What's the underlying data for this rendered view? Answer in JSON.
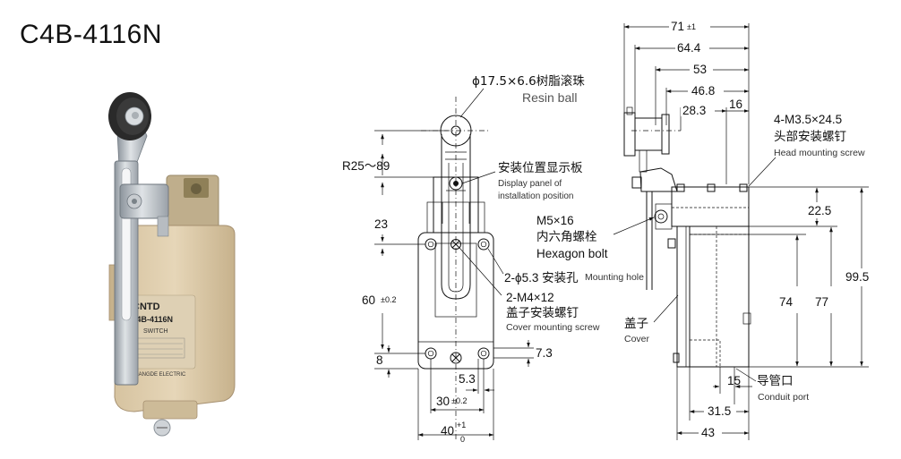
{
  "title": "C4B-4116N",
  "product_label": {
    "brand": "CNTD",
    "model": "C4B-4116N",
    "type": "SWITCH",
    "maker": "CHANGDE ELECTRIC"
  },
  "front_view": {
    "resin_ball": "ϕ17.5×6.6树脂滚珠",
    "resin_ball_en": "Resin ball",
    "radius": "R25～89",
    "display_panel": "安装位置显示板",
    "display_panel_en1": "Display panel of",
    "display_panel_en2": "installation position",
    "dim_23": "23",
    "dim_60": "60",
    "dim_60_tol": "±0.2",
    "dim_8": "8",
    "dim_7_3": "7.3",
    "dim_5_3": "5.3",
    "dim_30": "30",
    "dim_30_tol": "±0.2",
    "dim_40": "40",
    "dim_40_tol_up": "+1",
    "dim_40_tol_dn": "0",
    "mount_hole": "2-ϕ5.3 安装孔",
    "mount_hole_en": "Mounting hole",
    "cover_screw": "2-M4×12",
    "cover_screw_cn": "盖子安装螺钉",
    "cover_screw_en": "Cover mounting screw",
    "hex_bolt": "M5×16",
    "hex_bolt_cn": "内六角螺栓",
    "hex_bolt_en": "Hexagon bolt"
  },
  "side_view": {
    "dim_71": "71",
    "dim_71_tol": "±1",
    "dim_64_4": "64.4",
    "dim_53": "53",
    "dim_46_8": "46.8",
    "dim_28_3": "28.3",
    "dim_16": "16",
    "head_screw": "4-M3.5×24.5",
    "head_screw_cn": "头部安装螺钉",
    "head_screw_en": "Head mounting screw",
    "dim_22_5": "22.5",
    "dim_74": "74",
    "dim_77": "77",
    "dim_99_5": "99.5",
    "cover_cn": "盖子",
    "cover_en": "Cover",
    "dim_15": "15",
    "conduit_cn": "导管口",
    "conduit_en": "Conduit port",
    "dim_31_5": "31.5",
    "dim_43": "43"
  }
}
